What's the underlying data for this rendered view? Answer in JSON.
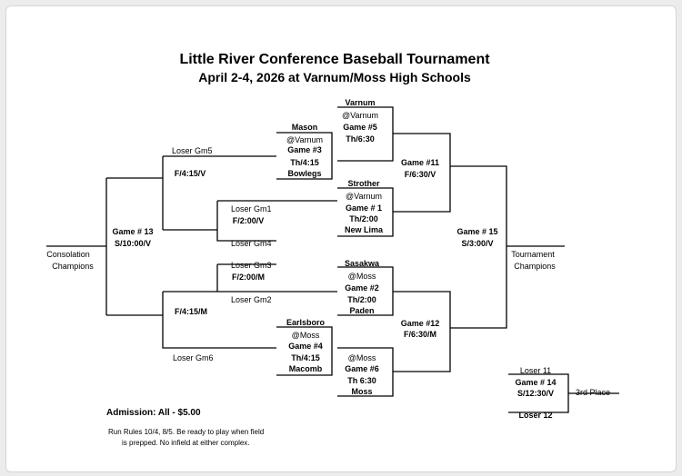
{
  "title": "Little River Conference Baseball Tournament",
  "subtitle": "April 2-4, 2026 at Varnum/Moss High Schools",
  "games": {
    "g5": {
      "team_top": "Varnum",
      "site": "@Varnum",
      "name": "Game #5",
      "time": "Th/6:30"
    },
    "g3": {
      "team_top": "Mason",
      "site": "@Varnum",
      "name": "Game #3",
      "time": "Th/4:15",
      "team_bottom": "Bowlegs"
    },
    "g1": {
      "team_top": "Strother",
      "site": "@Varnum",
      "name": "Game # 1",
      "time": "Th/2:00",
      "team_bottom": "New Lima"
    },
    "g2": {
      "team_top": "Sasakwa",
      "site": "@Moss",
      "name": "Game #2",
      "time": "Th/2:00",
      "team_bottom": "Paden"
    },
    "g4": {
      "team_top": "Earlsboro",
      "site": "@Moss",
      "name": "Game #4",
      "time": "Th/4:15",
      "team_bottom": "Macomb"
    },
    "g6": {
      "site": "@Moss",
      "name": "Game #6",
      "time": "Th 6:30",
      "team_bottom": "Moss"
    },
    "g11": {
      "name": "Game #11",
      "time": "F/6:30/V"
    },
    "g12": {
      "name": "Game #12",
      "time": "F/6:30/M"
    },
    "g15": {
      "name": "Game # 15",
      "time": "S/3:00/V"
    },
    "g13": {
      "name": "Game # 13",
      "time": "S/10:00/V"
    },
    "g14": {
      "top": "Loser 11",
      "name": "Game # 14",
      "time": "S/12:30/V",
      "bottom": "Loser 12"
    }
  },
  "consolation": {
    "loser_gm5": "Loser Gm5",
    "upper_time": "F/4:15/V",
    "loser_gm1": "Loser Gm1",
    "g_time1": "F/2:00/V",
    "loser_gm4": "Loser Gm4",
    "loser_gm3": "Loser Gm3",
    "g_time2": "F/2:00/M",
    "loser_gm2": "Loser Gm2",
    "lower_time": "F/4:15/M",
    "loser_gm6": "Loser Gm6"
  },
  "results": {
    "consolation_line1": "Consolation",
    "consolation_line2": "Champions",
    "tournament_line1": "Tournament",
    "tournament_line2": "Champions",
    "third_place": "3rd Place"
  },
  "admission": "Admission:   All - $5.00",
  "run_rules_line1": "Run Rules 10/4, 8/5. Be ready to play when field",
  "run_rules_line2": "is prepped. No infield at either complex."
}
